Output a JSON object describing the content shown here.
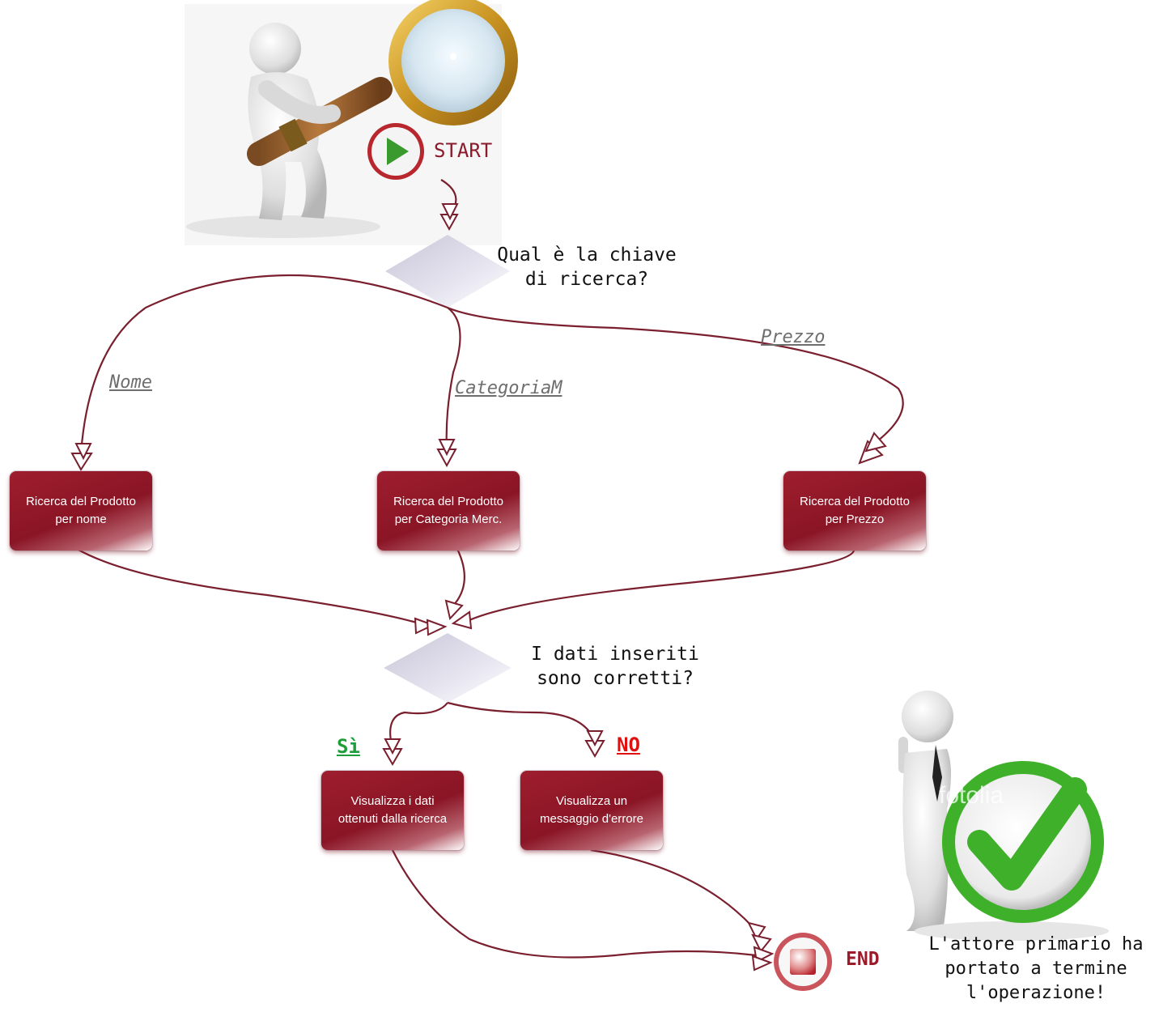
{
  "start": {
    "label": "START"
  },
  "end": {
    "label": "END"
  },
  "decision1": {
    "question": [
      "Qual è la chiave",
      "di ricerca?"
    ]
  },
  "guards": {
    "nome": "Nome",
    "categoria": "CategoriaM",
    "prezzo": "Prezzo"
  },
  "actions": {
    "nome": "Ricerca del Prodotto per nome",
    "categoria": "Ricerca del Prodotto per Categoria Merc.",
    "prezzo": "Ricerca del Prodotto per Prezzo"
  },
  "decision2": {
    "question": [
      "I dati inseriti",
      "sono corretti?"
    ]
  },
  "answers": {
    "yes": "Sì",
    "no": "NO"
  },
  "results": {
    "show_data": "Visualizza i dati ottenuti dalla ricerca",
    "show_error": "Visualizza un messaggio d'errore"
  },
  "caption": [
    "L'attore primario ha",
    "portato a termine",
    "l'operazione!"
  ],
  "watermark": "fotolia",
  "colors": {
    "flow_line": "#7a1f2e",
    "action_fill": "#8f1a2a",
    "start_icon": "#3a9a2e",
    "start_text": "#8b1a2a",
    "end_text": "#9b1b2b",
    "yes": "#1e9e3a",
    "no": "#e01010",
    "guard": "#6e6e6e",
    "check": "#3fb02a"
  },
  "icons": {
    "start": "play-icon",
    "end": "stop-icon",
    "search_figure": "magnifier-figure-illustration",
    "done_figure": "checkmark-figure-illustration"
  }
}
